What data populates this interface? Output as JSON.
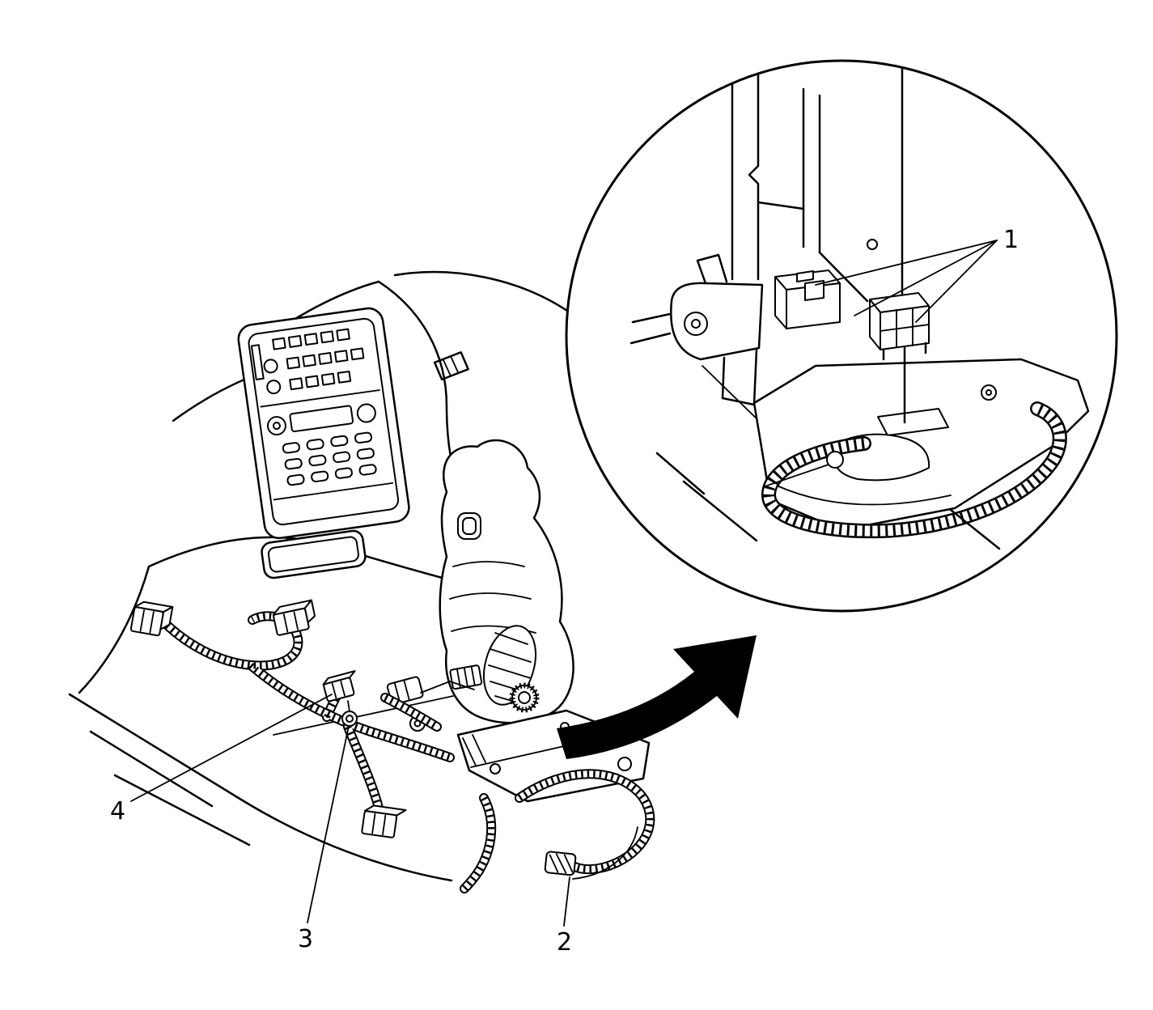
{
  "diagram": {
    "callouts": [
      {
        "label": "1"
      },
      {
        "label": "2"
      },
      {
        "label": "3"
      },
      {
        "label": "4"
      }
    ],
    "colors": {
      "line": "#000000",
      "background": "#ffffff"
    }
  }
}
